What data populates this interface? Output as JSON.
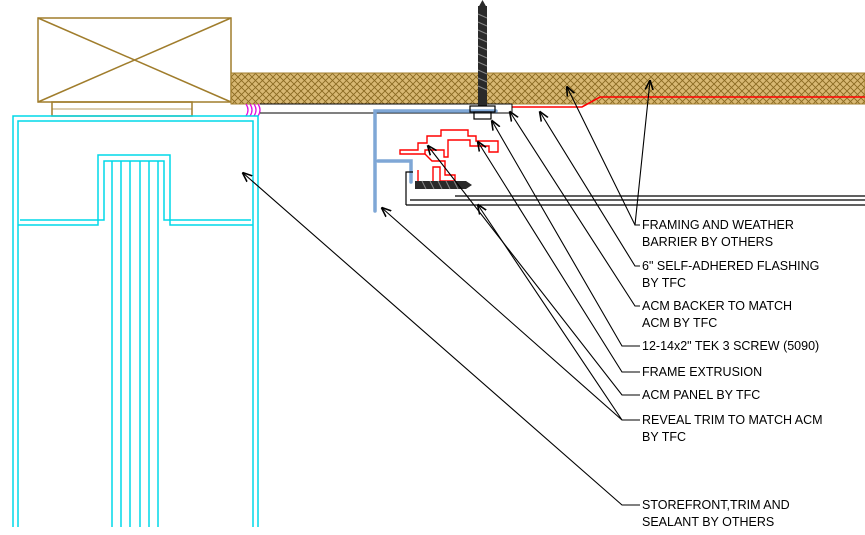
{
  "colors": {
    "background": "#ffffff",
    "storefront": "#00d8e8",
    "framing": "#a07d2c",
    "insulation_fill": "#c9a35c",
    "flashing": "#ff0000",
    "acm_panel": "#7fa7d6",
    "sealant": "#e010e0",
    "leader": "#000000"
  },
  "callouts": [
    {
      "id": "framing",
      "lines": [
        "FRAMING AND WEATHER",
        "BARRIER BY OTHERS"
      ]
    },
    {
      "id": "flashing",
      "lines": [
        "6\" SELF-ADHERED FLASHING",
        "BY TFC"
      ]
    },
    {
      "id": "backer",
      "lines": [
        "ACM BACKER TO MATCH",
        "ACM BY TFC"
      ]
    },
    {
      "id": "screw",
      "lines": [
        "12-14x2\" TEK 3 SCREW (5090)"
      ]
    },
    {
      "id": "frame",
      "lines": [
        "FRAME EXTRUSION"
      ]
    },
    {
      "id": "panel",
      "lines": [
        "ACM PANEL BY TFC"
      ]
    },
    {
      "id": "reveal",
      "lines": [
        "REVEAL TRIM TO MATCH ACM",
        "BY TFC"
      ]
    },
    {
      "id": "storefront",
      "lines": [
        "STOREFRONT,TRIM AND",
        "SEALANT BY OTHERS"
      ]
    }
  ]
}
